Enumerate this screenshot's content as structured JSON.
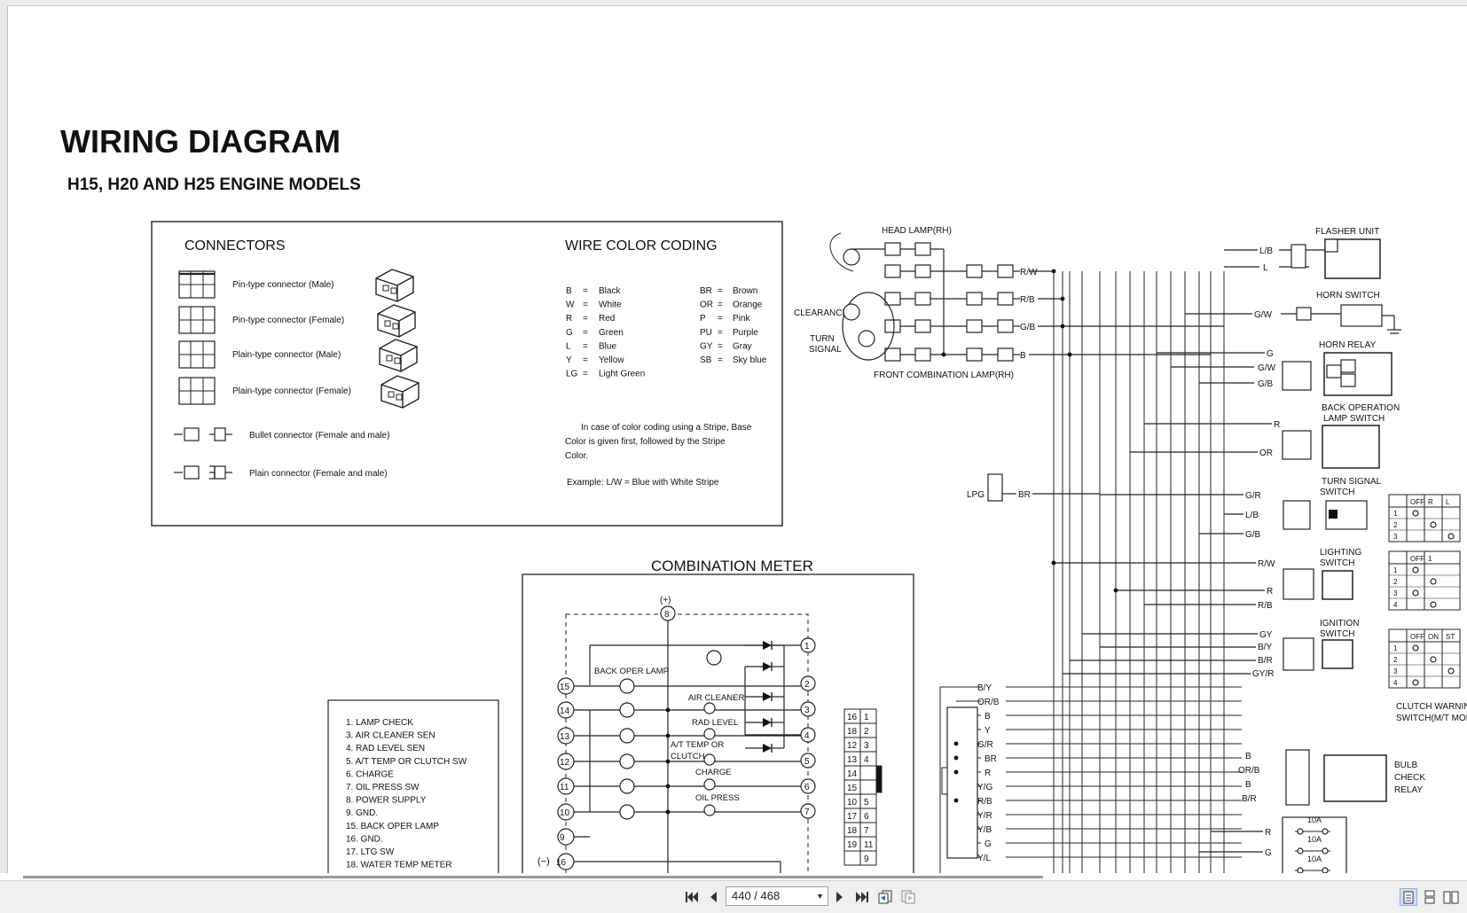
{
  "document": {
    "title": "WIRING DIAGRAM",
    "subtitle": "H15, H20 AND H25 ENGINE MODELS",
    "connectors": {
      "heading": "CONNECTORS",
      "items": [
        "Pin-type connector (Male)",
        "Pin-type connector (Female)",
        "Plain-type connector (Male)",
        "Plain-type connector (Female)",
        "Bullet connector (Female and male)",
        "Plain connector (Female and male)"
      ]
    },
    "wire_colors": {
      "heading": "WIRE COLOR CODING",
      "left": [
        {
          "code": "B",
          "name": "Black"
        },
        {
          "code": "W",
          "name": "White"
        },
        {
          "code": "R",
          "name": "Red"
        },
        {
          "code": "G",
          "name": "Green"
        },
        {
          "code": "L",
          "name": "Blue"
        },
        {
          "code": "Y",
          "name": "Yellow"
        },
        {
          "code": "LG",
          "name": "Light Green"
        }
      ],
      "right": [
        {
          "code": "BR",
          "name": "Brown"
        },
        {
          "code": "OR",
          "name": "Orange"
        },
        {
          "code": "P",
          "name": "Pink"
        },
        {
          "code": "PU",
          "name": "Purple"
        },
        {
          "code": "GY",
          "name": "Gray"
        },
        {
          "code": "SB",
          "name": "Sky blue"
        }
      ],
      "note_lines": [
        "In case of color coding using a Stripe, Base",
        "Color is given first, followed by the Stripe",
        "Color."
      ],
      "example": "Example: L/W = Blue with White Stripe"
    },
    "meter_title": "COMBINATION METER",
    "meter_legend": [
      "1. LAMP CHECK",
      "3. AIR CLEANER SEN",
      "4. RAD LEVEL SEN",
      "5. A/T TEMP OR CLUTCH SW",
      "6. CHARGE",
      "7. OIL PRESS SW",
      "8. POWER SUPPLY",
      "9. GND.",
      "15. BACK OPER LAMP",
      "16. GND.",
      "17. LTG SW",
      "18. WATER TEMP METER"
    ],
    "meter_labels": {
      "plus": "(+)",
      "minus": "(−)",
      "back_oper_lamp": "BACK OPER LAMP",
      "air_cleaner": "AIR CLEANER",
      "rad_level": "RAD LEVEL",
      "at_temp_1": "A/T TEMP OR",
      "at_temp_2": "CLUTCH",
      "charge": "CHARGE",
      "oil_press": "OIL PRESS"
    },
    "meter_pins_right": [
      "1",
      "2",
      "3",
      "4",
      "5",
      "6",
      "7"
    ],
    "meter_pins_left": [
      "15",
      "14",
      "13",
      "12",
      "11",
      "10",
      "9",
      "16"
    ],
    "meter_pin_top": "8",
    "meter_connector_grid": [
      [
        "16",
        "1"
      ],
      [
        "18",
        "2"
      ],
      [
        "12",
        "3"
      ],
      [
        "13",
        "4"
      ],
      [
        "14",
        ""
      ],
      [
        "15",
        ""
      ],
      [
        "10",
        "5"
      ],
      [
        "17",
        "6"
      ],
      [
        "18",
        "7"
      ],
      [
        "19",
        "11"
      ],
      [
        "",
        "9"
      ]
    ],
    "components": {
      "head_lamp": "HEAD LAMP(RH)",
      "clearance": "CLEARANCE",
      "turn_1": "TURN",
      "turn_2": "SIGNAL",
      "front_combo": "FRONT COMBINATION LAMP(RH)",
      "flasher": "FLASHER UNIT",
      "horn_switch": "HORN SWITCH",
      "horn_relay": "HORN RELAY",
      "back_op_1": "BACK OPERATION",
      "back_op_2": "LAMP SWITCH",
      "turn_sw_1": "TURN SIGNAL",
      "turn_sw_2": "SWITCH",
      "lighting_1": "LIGHTING",
      "lighting_2": "SWITCH",
      "ignition_1": "IGNITION",
      "ignition_2": "SWITCH",
      "clutch_1": "CLUTCH WARNING",
      "clutch_2": "SWITCH(M/T MOD",
      "bulb_1": "BULB",
      "bulb_2": "CHECK",
      "bulb_3": "RELAY",
      "lpg": "LPG",
      "fuse": "10A"
    },
    "wire_labels": {
      "front": [
        "R/W",
        "R/B",
        "G/B",
        "B"
      ],
      "flasher": [
        "L/B",
        "L"
      ],
      "horn_sw": "G/W",
      "horn_relay": [
        "G",
        "G/W",
        "G/B"
      ],
      "back_op": [
        "R",
        "OR"
      ],
      "lpg": "BR",
      "turn_sw": [
        "G/R",
        "L/B",
        "G/B"
      ],
      "lighting": [
        "R/W",
        "R",
        "R/B"
      ],
      "ignition": [
        "GY",
        "B/Y",
        "B/R",
        "GY/R"
      ],
      "lower_left": [
        "B/Y",
        "OR/B",
        "B",
        "Y",
        "G/R",
        "BR",
        "R",
        "Y/G",
        "R/B",
        "Y/R",
        "Y/B",
        "G",
        "Y/L"
      ],
      "bulb": [
        "B",
        "OR/B",
        "B",
        "B/R"
      ],
      "fuse": [
        "R",
        "G"
      ]
    },
    "switch_tables": {
      "turn": [
        "OFF",
        "R",
        "L"
      ],
      "lighting": [
        "OFF",
        "1"
      ],
      "ignition": [
        "OFF",
        "ON",
        "ST"
      ]
    }
  },
  "toolbar": {
    "page_indicator": "440 / 468",
    "icons": [
      "first-page-icon",
      "prev-page-icon",
      "next-page-icon",
      "last-page-icon",
      "go-back-icon",
      "go-forward-icon",
      "single-page-view-icon",
      "continuous-view-icon",
      "facing-view-icon"
    ]
  }
}
